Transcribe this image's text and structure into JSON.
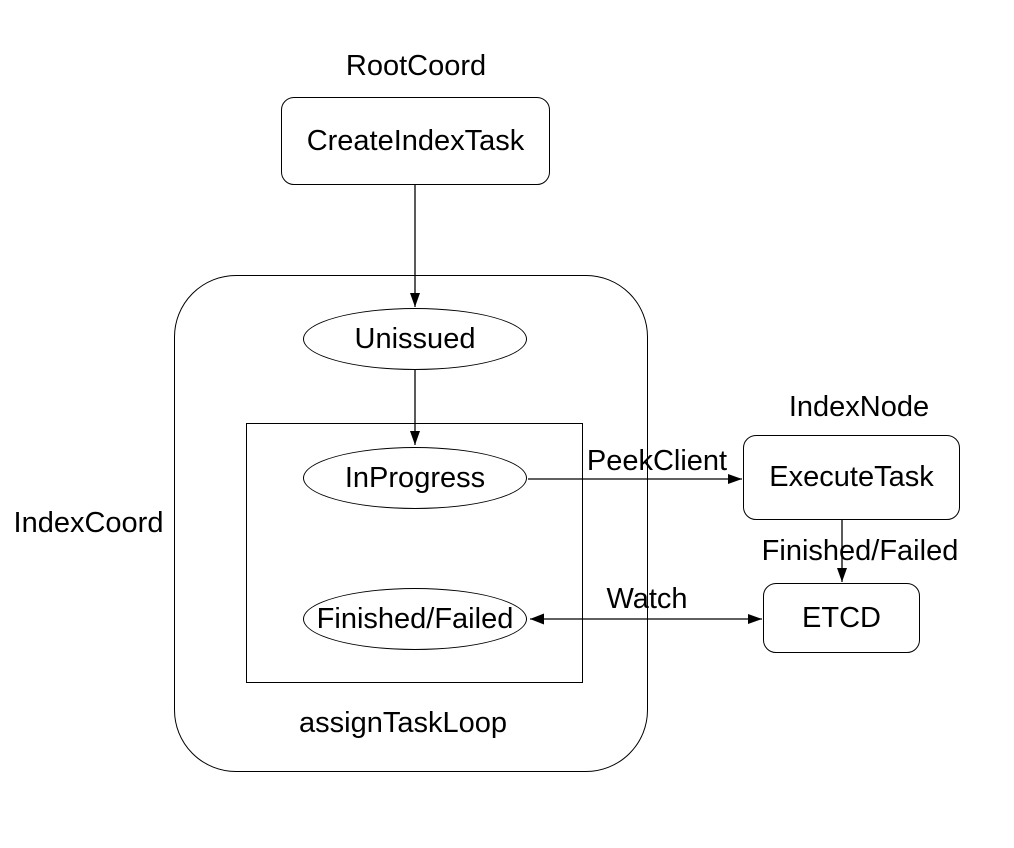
{
  "diagram": {
    "colors": {
      "stroke": "#000000",
      "text": "#000000",
      "background": "#ffffff"
    },
    "group_labels": {
      "root_coord": "RootCoord",
      "index_coord": "IndexCoord",
      "index_node": "IndexNode",
      "assign_task_loop": "assignTaskLoop"
    },
    "nodes": {
      "create_index_task": "CreateIndexTask",
      "execute_task": "ExecuteTask",
      "etcd": "ETCD"
    },
    "states": {
      "unissued": "Unissued",
      "in_progress": "InProgress",
      "finished_failed": "Finished/Failed"
    },
    "edge_labels": {
      "peek_client": "PeekClient",
      "finished_failed": "Finished/Failed",
      "watch": "Watch"
    }
  }
}
